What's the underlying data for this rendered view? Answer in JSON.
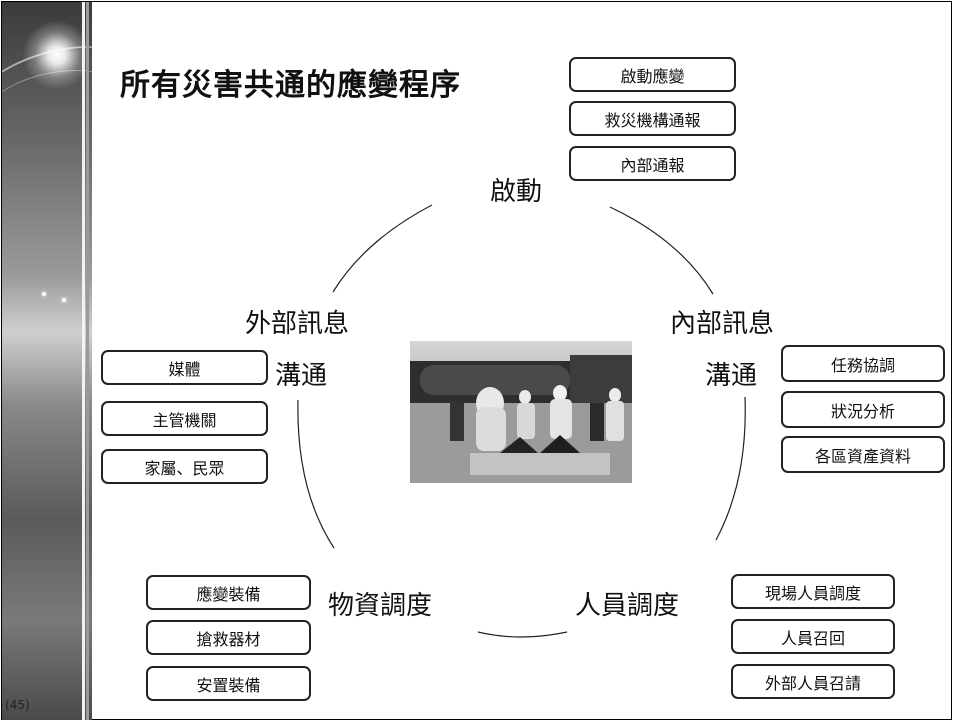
{
  "title": "所有災害共通的應變程序",
  "page_number": "45",
  "nodes": {
    "start": "啟動",
    "internal_line1": "內部訊息",
    "internal_line2": "溝通",
    "external_line1": "外部訊息",
    "external_line2": "溝通",
    "personnel": "人員調度",
    "materials": "物資調度"
  },
  "boxes": {
    "start": [
      "啟動應變",
      "救災機構通報",
      "內部通報"
    ],
    "internal": [
      "任務協調",
      "狀況分析",
      "各區資產資料"
    ],
    "external": [
      "媒體",
      "主管機關",
      "家屬、民眾"
    ],
    "personnel": [
      "現場人員調度",
      "人員召回",
      "外部人員召請"
    ],
    "materials": [
      "應變裝備",
      "搶救器材",
      "安置裝備"
    ]
  },
  "photo": {
    "description_icon": "hazmat-responders-photo"
  }
}
